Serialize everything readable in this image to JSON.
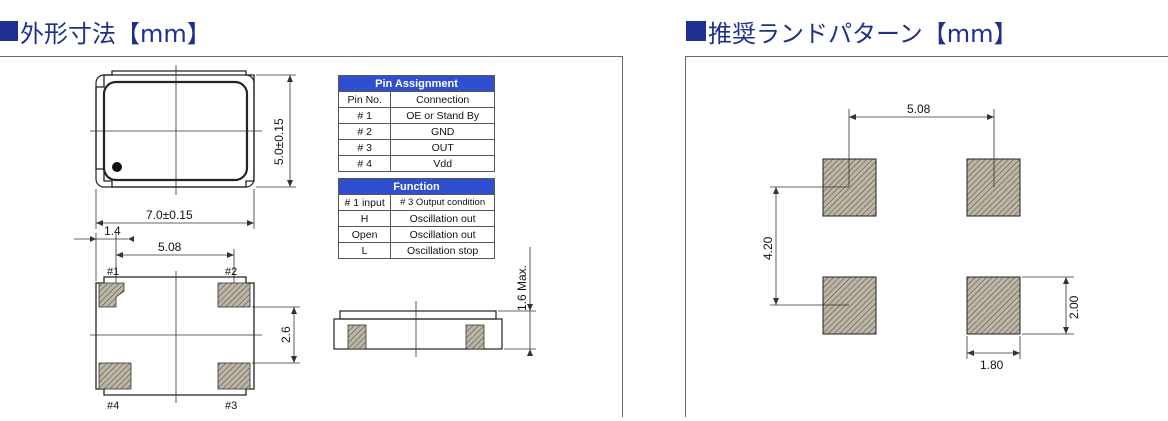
{
  "headings": {
    "outline": "外形寸法【mm】",
    "land": "推奨ランドパターン【mm】"
  },
  "outline": {
    "width_dim": "7.0±0.15",
    "height_dim": "5.0±0.15",
    "pitch_dim": "5.08",
    "offset_dim": "1.4",
    "vpitch_dim": "2.6",
    "max_height_dim": "1.6 Max.",
    "pins": [
      "#1",
      "#2",
      "#3",
      "#4"
    ]
  },
  "pin_table": {
    "title": "Pin Assignment",
    "headers": [
      "Pin No.",
      "Connection"
    ],
    "rows": [
      [
        "# 1",
        "OE or Stand By"
      ],
      [
        "# 2",
        "GND"
      ],
      [
        "# 3",
        "OUT"
      ],
      [
        "# 4",
        "Vdd"
      ]
    ]
  },
  "function_table": {
    "title": "Function",
    "headers": [
      "# 1 input",
      "# 3 Output condition"
    ],
    "rows": [
      [
        "H",
        "Oscillation out"
      ],
      [
        "Open",
        "Oscillation out"
      ],
      [
        "L",
        "Oscillation stop"
      ]
    ]
  },
  "land": {
    "hpitch": "5.08",
    "vpitch": "4.20",
    "pad_w": "1.80",
    "pad_h": "2.00"
  },
  "colors": {
    "heading": "#1f2f8f",
    "table_header": "#2f4fd0",
    "pad_fill": "#b9b2a0"
  }
}
